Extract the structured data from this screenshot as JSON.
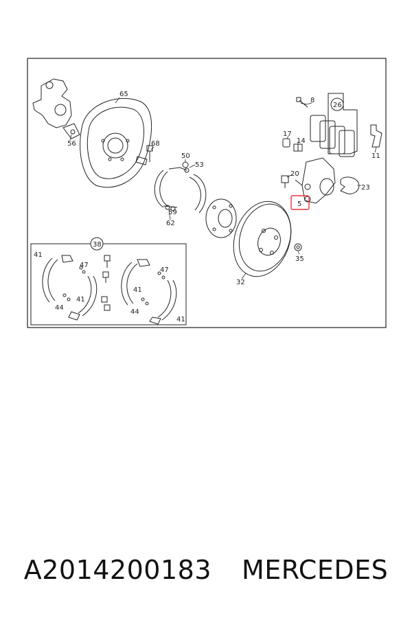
{
  "diagram": {
    "labels": {
      "p65": "65",
      "p56": "56",
      "p68": "68",
      "p50": "50",
      "p53": "53",
      "p59": "59",
      "p62": "62",
      "p8": "8",
      "p26": "26",
      "p17": "17",
      "p14": "14",
      "p11": "11",
      "p20": "20",
      "p23": "23",
      "p5": "5",
      "p35": "35",
      "p32": "32",
      "p38": "38",
      "k41a": "41",
      "k47a": "47",
      "k41b": "41",
      "k44a": "44",
      "k47b": "47",
      "k41c": "41",
      "k44b": "44",
      "k41d": "41"
    },
    "highlight_color": "#e8323c"
  },
  "footer": {
    "part_number": "A2014200183",
    "brand": "MERCEDES"
  }
}
